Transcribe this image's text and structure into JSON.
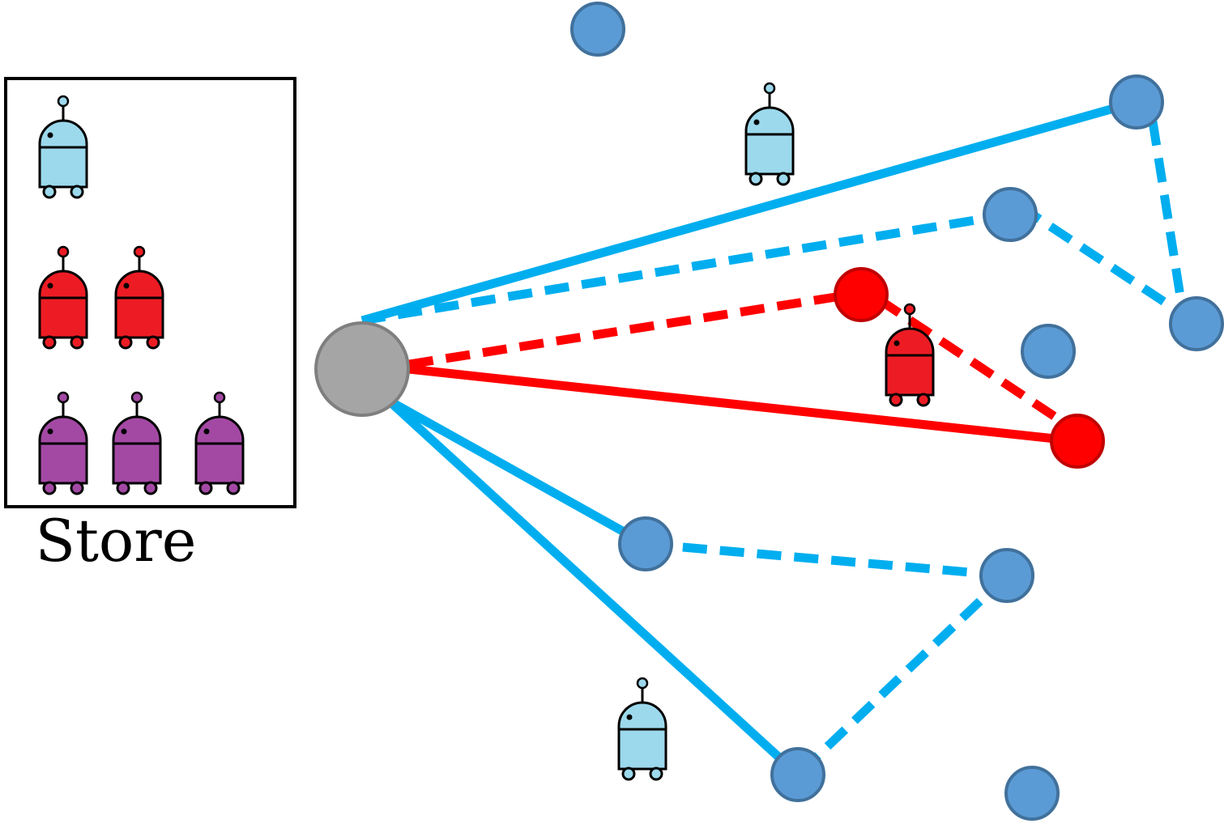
{
  "store": {
    "label": "Store",
    "robots": [
      {
        "color": "light-blue"
      },
      {
        "color": "red"
      },
      {
        "color": "red"
      },
      {
        "color": "purple"
      },
      {
        "color": "purple"
      },
      {
        "color": "purple"
      }
    ]
  },
  "field_robots": [
    {
      "color": "light-blue"
    },
    {
      "color": "red"
    },
    {
      "color": "light-blue"
    }
  ],
  "colors": {
    "route_blue": "#00AEEF",
    "route_red": "#FF0000",
    "node_blue": "#5B9BD5",
    "node_blue_stroke": "#41719C",
    "node_red": "#FF0000",
    "node_red_stroke": "#C00000",
    "depot": "#A5A5A5",
    "depot_stroke": "#7F7F7F",
    "robot_light_blue": "#9CD9EC",
    "robot_red": "#ED1C24",
    "robot_purple": "#A349A4"
  },
  "icons": [
    "robot-icon"
  ]
}
